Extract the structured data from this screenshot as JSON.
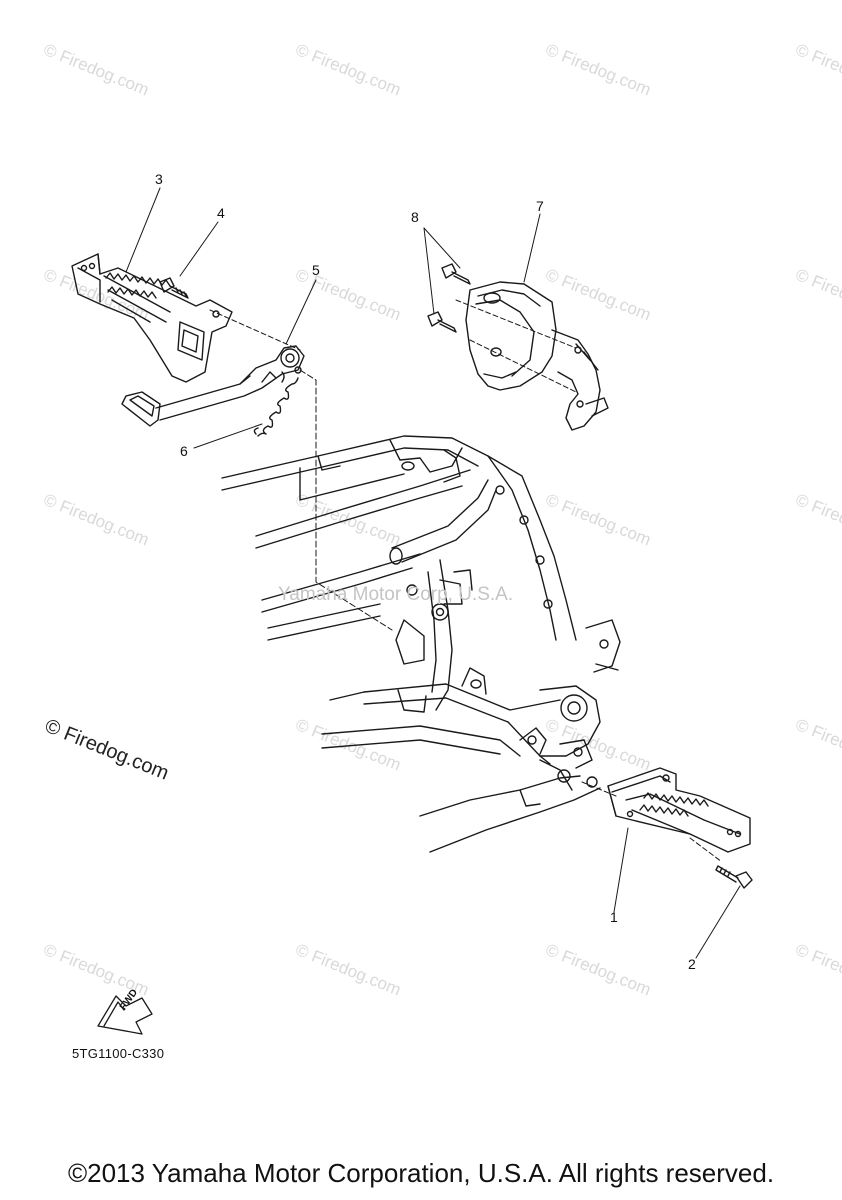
{
  "diagram": {
    "part_code": "5TG1100-C330",
    "fwd_label": "FWD",
    "center_watermark": "Yamaha Motor Corp, U.S.A.",
    "firedog_watermark": "© Firedog.com",
    "copyright": "©2013 Yamaha Motor Corporation, U.S.A. All rights reserved.",
    "callouts": [
      "1",
      "2",
      "3",
      "4",
      "5",
      "6",
      "7",
      "8"
    ],
    "colors": {
      "line": "#1a1a1a",
      "watermark": "#d9d9d9"
    }
  }
}
